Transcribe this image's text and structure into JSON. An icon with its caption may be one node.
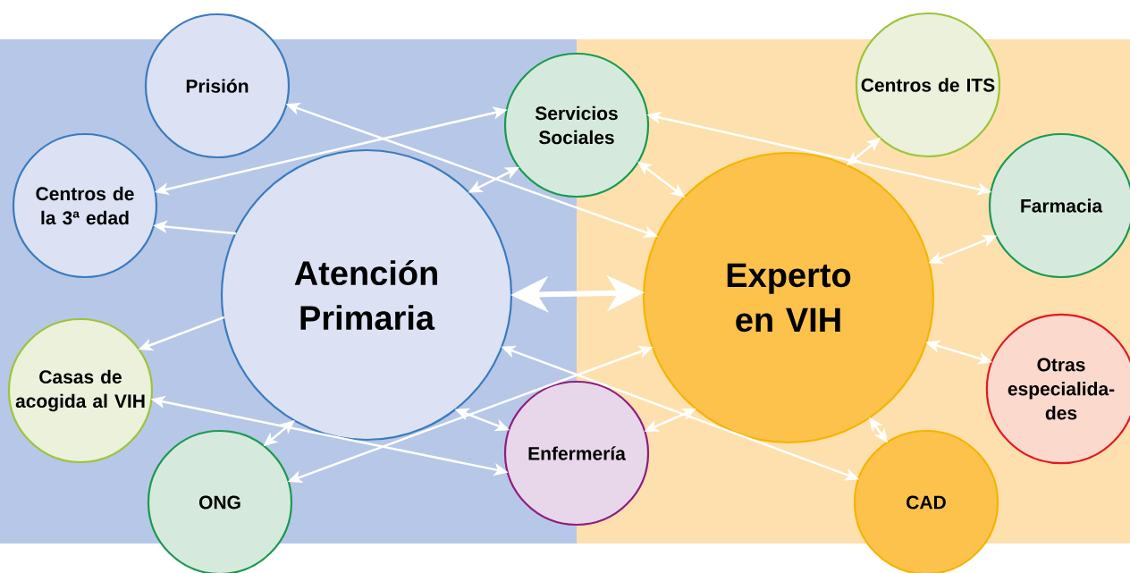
{
  "diagram": {
    "nodes": [
      {
        "text": [
          "Prisión"
        ]
      },
      {
        "text": [
          "Centros de la 3ª edad"
        ]
      },
      {
        "text": [
          "Atención Primaria"
        ]
      },
      {
        "text": [
          "Casas de acogida al VIH"
        ]
      },
      {
        "text": [
          "ONG"
        ]
      },
      {
        "text": [
          "Servicios Sociales"
        ]
      },
      {
        "text": [
          "Enfermería"
        ]
      },
      {
        "text": [
          "Centros de ITS"
        ]
      },
      {
        "text": [
          "Farmacia"
        ]
      },
      {
        "text": [
          "Experto en VIH"
        ]
      },
      {
        "text": [
          "Otras especialida-des"
        ]
      },
      {
        "text": [
          "CAD"
        ]
      }
    ],
    "edges": [
      {
        "from": 0,
        "to": 9,
        "arrow": "both"
      },
      {
        "from": 5,
        "to": 1,
        "arrow": "both"
      },
      {
        "from": 2,
        "to": 1,
        "arrow": "to"
      },
      {
        "from": 2,
        "to": 5,
        "arrow": "both"
      },
      {
        "from": 5,
        "to": 8,
        "arrow": "both"
      },
      {
        "from": 5,
        "to": 9,
        "arrow": "both"
      },
      {
        "from": 2,
        "to": 9,
        "arrow": "both",
        "style": "thick"
      },
      {
        "from": 9,
        "to": 7,
        "arrow": "both"
      },
      {
        "from": 9,
        "to": 8,
        "arrow": "both"
      },
      {
        "from": 9,
        "to": 10,
        "arrow": "both"
      },
      {
        "from": 9,
        "to": 11,
        "arrow": "both"
      },
      {
        "from": 2,
        "to": 3,
        "arrow": "to"
      },
      {
        "from": 2,
        "to": 4,
        "arrow": "both"
      },
      {
        "from": 3,
        "to": 6,
        "arrow": "both"
      },
      {
        "from": 4,
        "to": 9,
        "arrow": "both"
      },
      {
        "from": 2,
        "to": 6,
        "arrow": "both"
      },
      {
        "from": 2,
        "to": 11,
        "arrow": "both"
      },
      {
        "from": 6,
        "to": 9,
        "arrow": "both"
      }
    ]
  }
}
